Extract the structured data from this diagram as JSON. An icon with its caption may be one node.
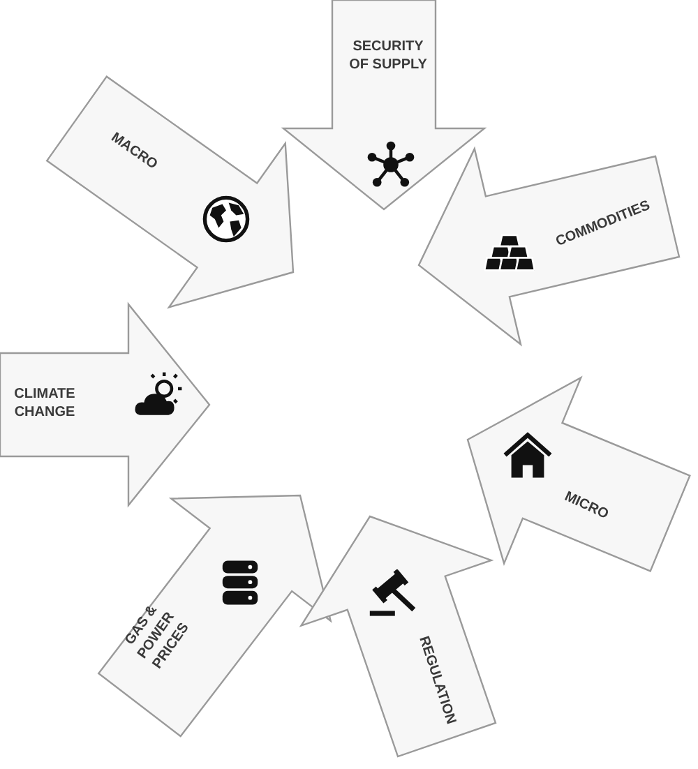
{
  "diagram": {
    "nodes": [
      {
        "text": [
          "SECURITY OF SUPPLY"
        ]
      },
      {
        "text": [
          "MACRO"
        ]
      },
      {
        "text": [
          "COMMODITIES"
        ]
      },
      {
        "text": [
          "CLIMATE CHANGE"
        ]
      },
      {
        "text": [
          "MICRO"
        ]
      },
      {
        "text": [
          "GAS & POWER PRICES"
        ]
      },
      {
        "text": [
          "REGULATION"
        ]
      }
    ]
  }
}
